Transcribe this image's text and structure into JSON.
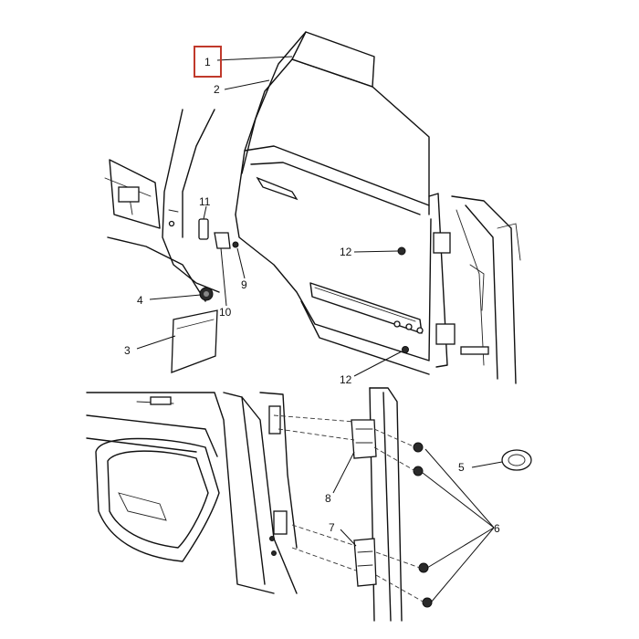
{
  "diagram": {
    "highlight_color": "#c0392b",
    "line_color": "#111111",
    "callouts": [
      {
        "id": "c1",
        "label": "1"
      },
      {
        "id": "c2",
        "label": "2"
      },
      {
        "id": "c3",
        "label": "3"
      },
      {
        "id": "c4",
        "label": "4"
      },
      {
        "id": "c5",
        "label": "5"
      },
      {
        "id": "c6",
        "label": "6"
      },
      {
        "id": "c7",
        "label": "7"
      },
      {
        "id": "c8",
        "label": "8"
      },
      {
        "id": "c9",
        "label": "9"
      },
      {
        "id": "c10",
        "label": "10"
      },
      {
        "id": "c11",
        "label": "11"
      },
      {
        "id": "c12a",
        "label": "12"
      },
      {
        "id": "c12b",
        "label": "12"
      }
    ]
  }
}
